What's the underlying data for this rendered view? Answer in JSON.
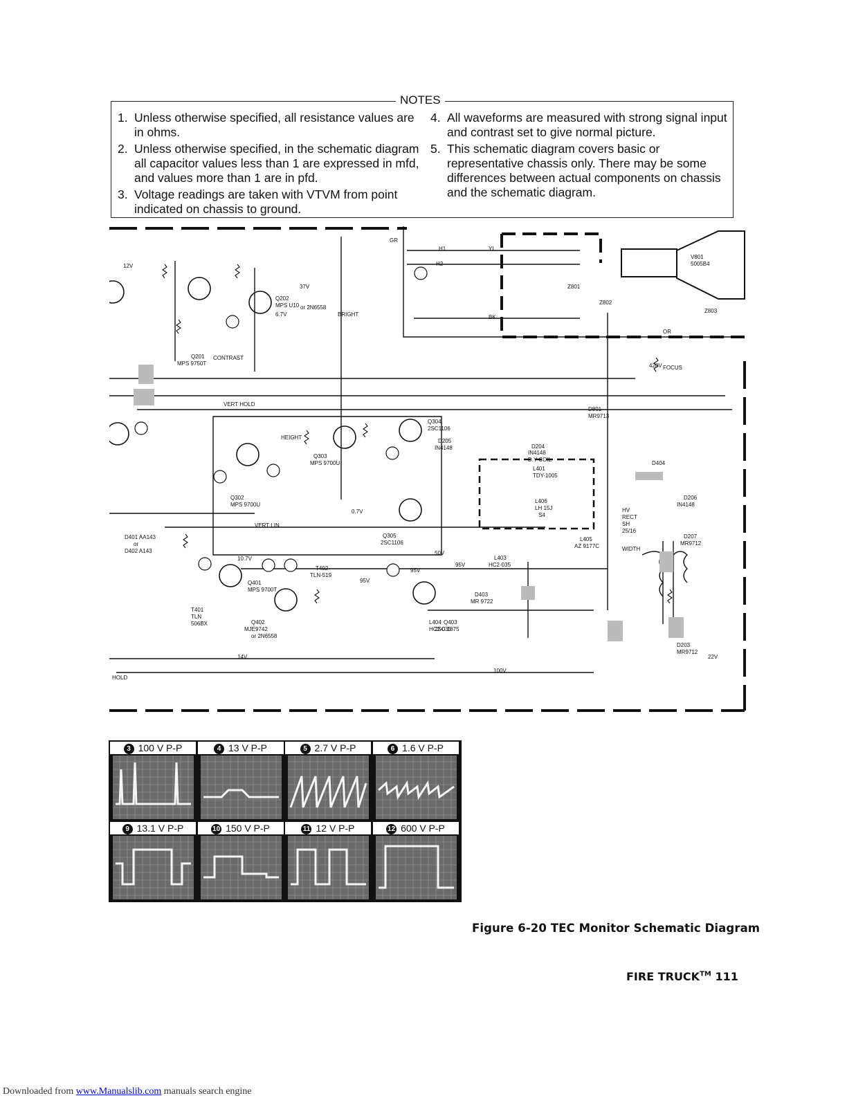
{
  "notes": {
    "title": "NOTES",
    "items": [
      {
        "num": "1.",
        "text": "Unless otherwise specified, all resistance values are in ohms."
      },
      {
        "num": "2.",
        "text": "Unless otherwise specified, in the schematic diagram all capacitor values less than 1 are expressed in mfd, and values more than 1 are in pfd."
      },
      {
        "num": "3.",
        "text": "Voltage readings are taken with VTVM from point indicated on chassis to ground."
      },
      {
        "num": "4.",
        "text": "All waveforms are measured with strong signal input and contrast set to give normal picture."
      },
      {
        "num": "5.",
        "text": "This schematic diagram covers basic or representative chassis only. There may be some differences between actual components on chassis and the schematic diagram."
      }
    ]
  },
  "schematic": {
    "labels": [
      "CONTRAST",
      "Q201",
      "MPS 9750T",
      "Q202",
      "MPS U10",
      "or 2N6558",
      "BRIGHT",
      "VERT HOLD",
      "HEIGHT",
      "Q302",
      "MPS 9700U",
      "Q303",
      "MPS 9700U",
      "VERT LIN",
      "Q304",
      "2SC1106",
      "Q305",
      "2SC1106",
      "D205",
      "IN4148",
      "D204",
      "IN4148",
      "D.Y COIL",
      "L401",
      "TDY-1005",
      "L406",
      "LH 15J",
      "S4",
      "L405",
      "AZ 9177C",
      "Q401",
      "MPS 9700T",
      "Q402",
      "MJE9742",
      "or 2N6558",
      "T401",
      "TLN",
      "506BX",
      "T402",
      "TLN-519",
      "Q403",
      "2SC 1875",
      "D403",
      "MR 9722",
      "L403",
      "HC2-035",
      "L404",
      "HC2-035",
      "D401 AA143",
      "or",
      "D402 A143",
      "HOLD",
      "V801",
      "5005B4",
      "Z801",
      "Z802",
      "Z803",
      "FOCUS",
      "D801",
      "MR9713",
      "D404",
      "D206",
      "IN4148",
      "D207",
      "MR9712",
      "HV",
      "RECT",
      "SH",
      "25/16",
      "WIDTH",
      "D203",
      "MR9712",
      "GR",
      "H1",
      "H2",
      "YL",
      "BK",
      "OR"
    ],
    "voltages": [
      "12V",
      "37V",
      "6.7V",
      "420V",
      "10.7V",
      "95V",
      "95V",
      "95V",
      "22V",
      "14V",
      "100V",
      "50V",
      "0.7V"
    ]
  },
  "waveforms": [
    {
      "num": "3",
      "label": "100 V P-P"
    },
    {
      "num": "4",
      "label": "13 V P-P"
    },
    {
      "num": "5",
      "label": "2.7 V P-P"
    },
    {
      "num": "6",
      "label": "1.6 V P-P"
    },
    {
      "num": "9",
      "label": "13.1 V P-P"
    },
    {
      "num": "10",
      "label": "150 V P-P"
    },
    {
      "num": "11",
      "label": "12 V P-P"
    },
    {
      "num": "12",
      "label": "600 V P-P"
    }
  ],
  "caption": "Figure 6-20   TEC Monitor Schematic Diagram",
  "footer": {
    "brand": "FIRE TRUCK",
    "tm": "TM",
    "page": "111"
  },
  "download": {
    "prefix": "Downloaded from ",
    "link": "www.Manualslib.com",
    "suffix": " manuals search engine"
  }
}
